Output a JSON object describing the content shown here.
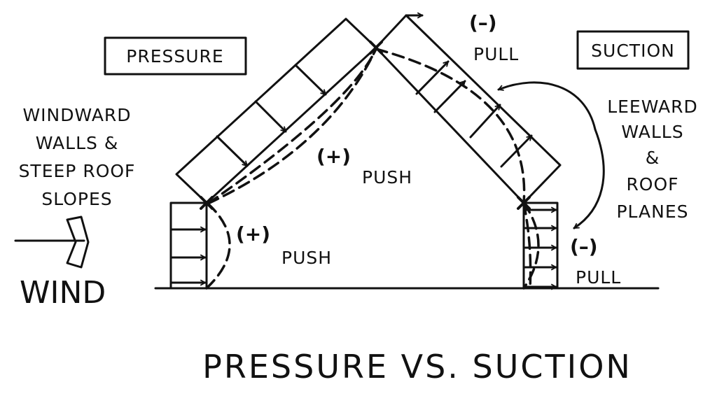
{
  "labels": {
    "pressure_box": "PRESSURE",
    "suction_box": "SUCTION",
    "windward_line1": "WINDWARD",
    "windward_line2": "WALLS &",
    "windward_line3": "STEEP ROOF",
    "windward_line4": "SLOPES",
    "leeward_line1": "LEEWARD",
    "leeward_line2": "WALLS",
    "leeward_line3": "&",
    "leeward_line4": "ROOF",
    "leeward_line5": "PLANES",
    "wind": "WIND",
    "title": "PRESSURE VS. SUCTION"
  },
  "forces": {
    "roof_push_sign": "(+)",
    "roof_push_word": "PUSH",
    "wall_push_sign": "(+)",
    "wall_push_word": "PUSH",
    "roof_pull_sign": "(–)",
    "roof_pull_word": "PULL",
    "wall_pull_sign": "(–)",
    "wall_pull_word": "PULL"
  },
  "colors": {
    "ink": "#111111",
    "background": "#ffffff"
  }
}
